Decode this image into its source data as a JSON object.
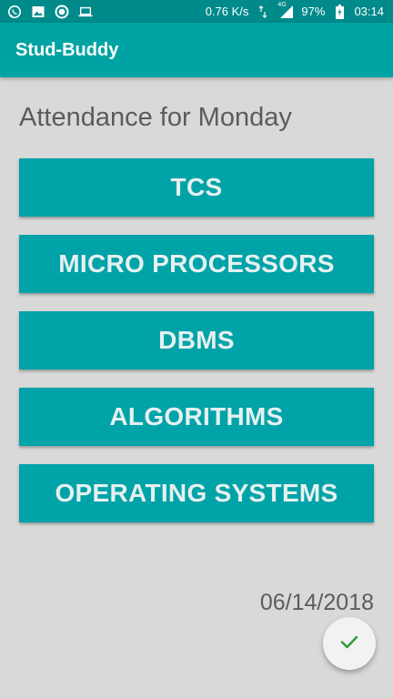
{
  "status_bar": {
    "network_speed": "0.76 K/s",
    "network_type": "4G",
    "battery": "97%",
    "time": "03:14"
  },
  "app_bar": {
    "title": "Stud-Buddy"
  },
  "main": {
    "heading": "Attendance for Monday",
    "subjects": [
      {
        "label": "TCS"
      },
      {
        "label": "MICRO PROCESSORS"
      },
      {
        "label": "DBMS"
      },
      {
        "label": "ALGORITHMS"
      },
      {
        "label": "OPERATING SYSTEMS"
      }
    ],
    "date": "06/14/2018"
  },
  "fab": {
    "icon": "check-icon"
  },
  "colors": {
    "status_bar": "#008a8a",
    "app_bar": "#00a3a3",
    "button": "#00a3a8",
    "button_text": "#e6f0f0",
    "background": "#d9d9d9",
    "check": "#2e9a3a"
  }
}
